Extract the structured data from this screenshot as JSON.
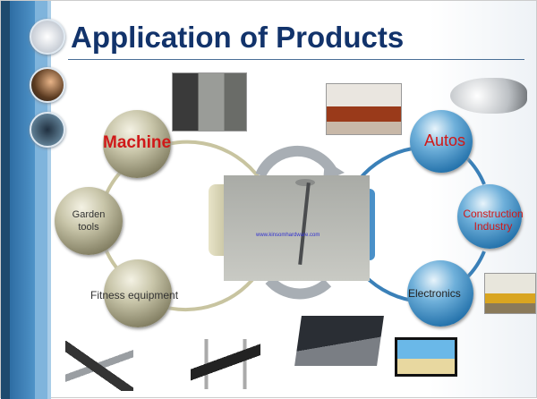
{
  "title": "Application of Products",
  "center_image": {
    "watermark": "www.kinsomhardware.com"
  },
  "left_group": [
    {
      "label": "Machine",
      "color": "#d01818"
    },
    {
      "label": "Garden tools",
      "color": "#333333"
    },
    {
      "label": "Fitness equipment",
      "color": "#333333"
    }
  ],
  "right_group": [
    {
      "label": "Autos",
      "color": "#d01818"
    },
    {
      "label": "Construction Industry",
      "color": "#d01818"
    },
    {
      "label": "Electronics",
      "color": "#222222"
    }
  ],
  "colors": {
    "title": "#12336b",
    "sidebar": "#3a7fb8",
    "accent_red": "#d01818"
  }
}
